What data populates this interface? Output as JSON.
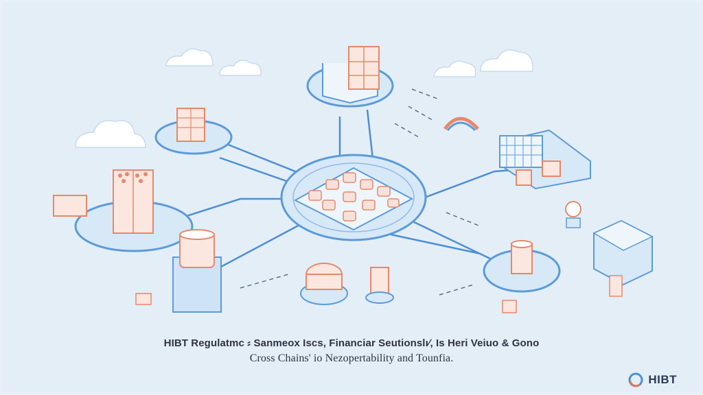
{
  "caption": {
    "line1": "HIBT Regulatmc ⸗ Sanmeox Iscs, Financiar Seutionslı∕, Is Heri Veiuo & Gono",
    "line2": "Cross Chains' io Nezopertability and Tounfia."
  },
  "brand": {
    "name": "HIBT",
    "icon": "hibt-logo-icon",
    "accent": "#e67a5b",
    "primary": "#4a8fd6"
  },
  "palette": {
    "line_blue": "#5b9bd8",
    "fill_blue": "#d7e8f7",
    "accent_orange": "#e8876a",
    "background": "#e4eef7"
  }
}
